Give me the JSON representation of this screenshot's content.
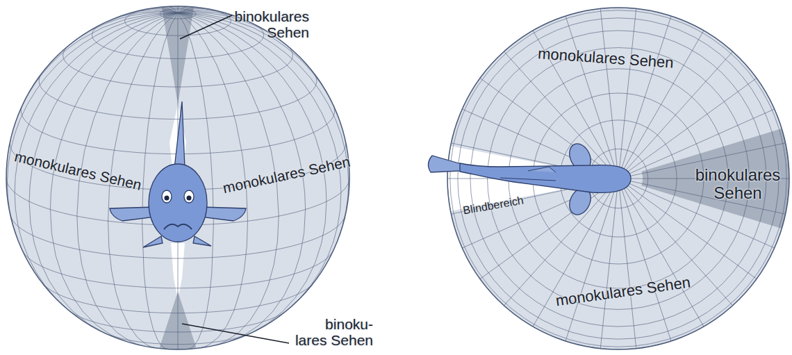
{
  "diagram": {
    "labels": [
      "binokulares Sehen",
      "monokulares Sehen",
      "monokulares Sehen",
      "binoku- lares Sehen",
      "monokulares Sehen",
      "binokulares Sehen",
      "Blindbereich",
      "monokulares Sehen"
    ]
  }
}
